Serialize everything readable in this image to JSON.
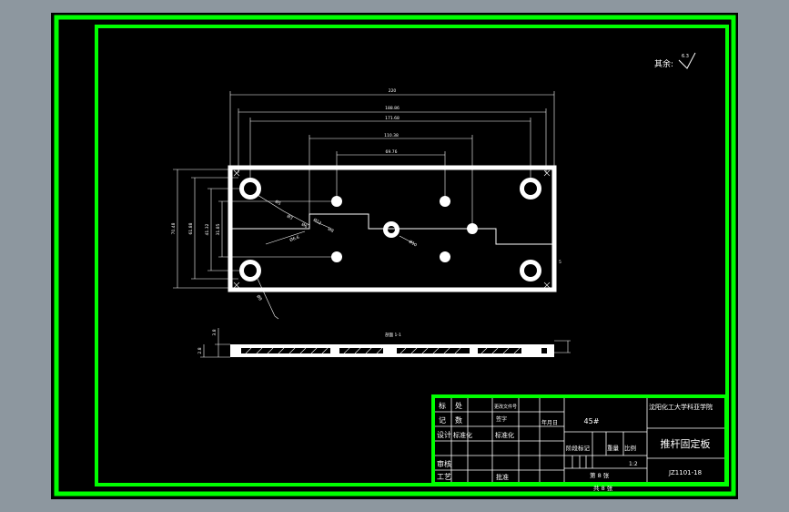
{
  "colors": {
    "chrome": "#8d979f",
    "canvas": "#000000",
    "border": "#00ff00",
    "line": "#ffffff"
  },
  "surface_roughness": {
    "label": "其余:",
    "value": "6.3"
  },
  "dimensions": {
    "overall_width": "220",
    "hole_spacing_outer": "188.86",
    "hole_spacing_mid": "171.68",
    "pin_spacing_wide": "110.38",
    "pin_spacing_narrow": "69.76",
    "overall_height": "70.48",
    "height_2": "61.88",
    "height_3": "41.32",
    "height_4": "31.85",
    "callout_1": "Ø5",
    "callout_2": "Ø3",
    "callout_3": "Ø6",
    "callout_4": "Ø12",
    "callout_5": "Ø8",
    "callout_6": "Ø6.6",
    "callout_7": "Ø10",
    "callout_8": "Ø8",
    "right_tick": "5"
  },
  "section": {
    "title": "剖面 1-1",
    "thickness": "3.8",
    "depth": "2.8"
  },
  "title_block": {
    "r1_c1": "标",
    "r1_c2": "处",
    "r2_c1": "记",
    "r2_c2": "数",
    "r3_c1": "设计",
    "r3_c2": "标准化",
    "r4_c1": "审核",
    "r5_c1": "工艺",
    "change_file": "更改文件号",
    "signature": "签字",
    "std": "标准化",
    "approve": "批准",
    "date": "年月日",
    "material": "45#",
    "org": "沈阳化工大学科亚学院",
    "stage_mark": "阶段标记",
    "weight": "重量",
    "scale_label": "比例",
    "scale_value": "1:2",
    "part_name": "推杆固定板",
    "sheet_no": "第 8 张",
    "sheet_total": "共 8 张",
    "drawing_no": "JZ1101-18"
  }
}
